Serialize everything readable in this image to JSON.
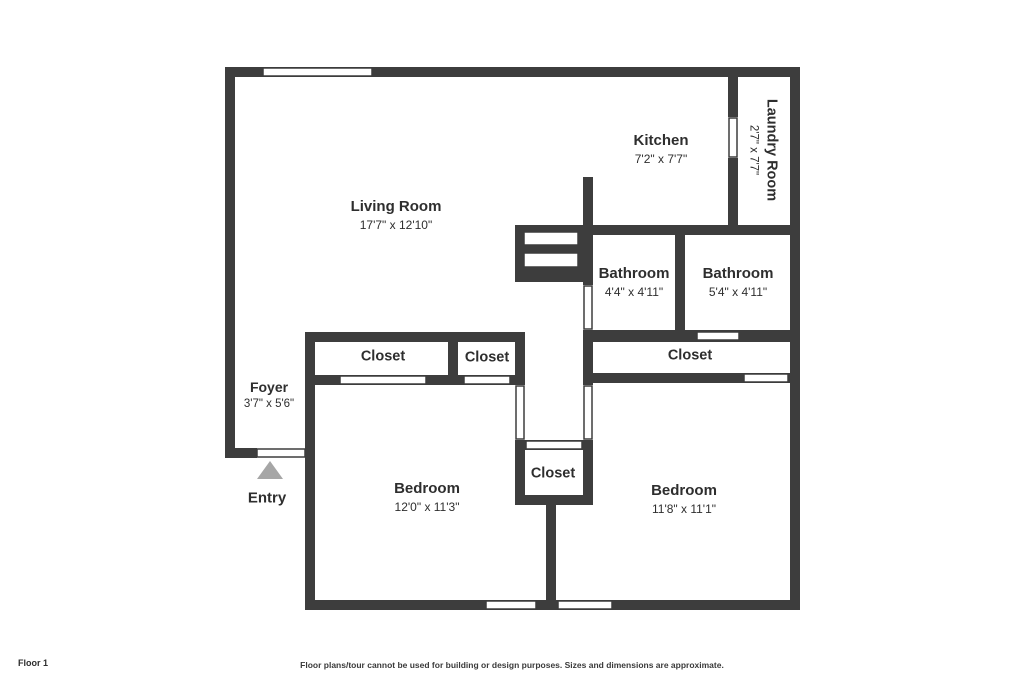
{
  "rooms": {
    "living_room": {
      "name": "Living Room",
      "dims": "17'7\" x 12'10\""
    },
    "kitchen": {
      "name": "Kitchen",
      "dims": "7'2\" x 7'7\""
    },
    "laundry_room": {
      "name": "Laundry Room",
      "dims": "2'7\" x 7'7\""
    },
    "bathroom_left": {
      "name": "Bathroom",
      "dims": "4'4\" x 4'11\""
    },
    "bathroom_right": {
      "name": "Bathroom",
      "dims": "5'4\" x 4'11\""
    },
    "closet_hall_left": {
      "name": "Closet"
    },
    "closet_hall_mid": {
      "name": "Closet"
    },
    "closet_right": {
      "name": "Closet"
    },
    "closet_center": {
      "name": "Closet"
    },
    "foyer": {
      "name": "Foyer",
      "dims": "3'7\" x 5'6\""
    },
    "bedroom_left": {
      "name": "Bedroom",
      "dims": "12'0\" x 11'3\""
    },
    "bedroom_right": {
      "name": "Bedroom",
      "dims": "11'8\" x 11'1\""
    }
  },
  "entry": {
    "label": "Entry"
  },
  "footer": {
    "floor_label": "Floor 1",
    "disclaimer": "Floor plans/tour cannot be used for building or design purposes. Sizes and dimensions are approximate."
  },
  "colors": {
    "wall": "#3d3d3d",
    "entry_arrow": "#a6a6a6",
    "text": "#2e2e2e"
  }
}
